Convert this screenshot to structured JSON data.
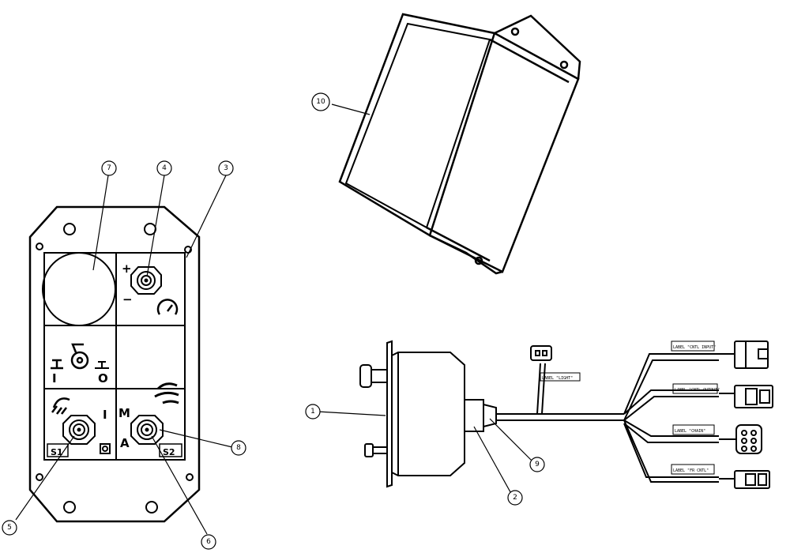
{
  "callouts": [
    "1",
    "2",
    "3",
    "4",
    "5",
    "6",
    "7",
    "8",
    "9",
    "10"
  ],
  "panel": {
    "plus": "+",
    "minus": "−",
    "pos_i": "I",
    "pos_o": "O",
    "left_i": "I",
    "m": "M",
    "a": "A",
    "s1": "S1",
    "s2": "S2"
  },
  "harness_labels": [
    "LABEL \"CNTL INPUT\"",
    "LABEL \"CNTL OUTPUT\"",
    "LABEL \"CHAIN\"",
    "LABEL \"FR CNTL\""
  ],
  "light_label": "LABEL \"LIGHT\"",
  "colors": {
    "line": "#000000",
    "background": "#ffffff"
  }
}
